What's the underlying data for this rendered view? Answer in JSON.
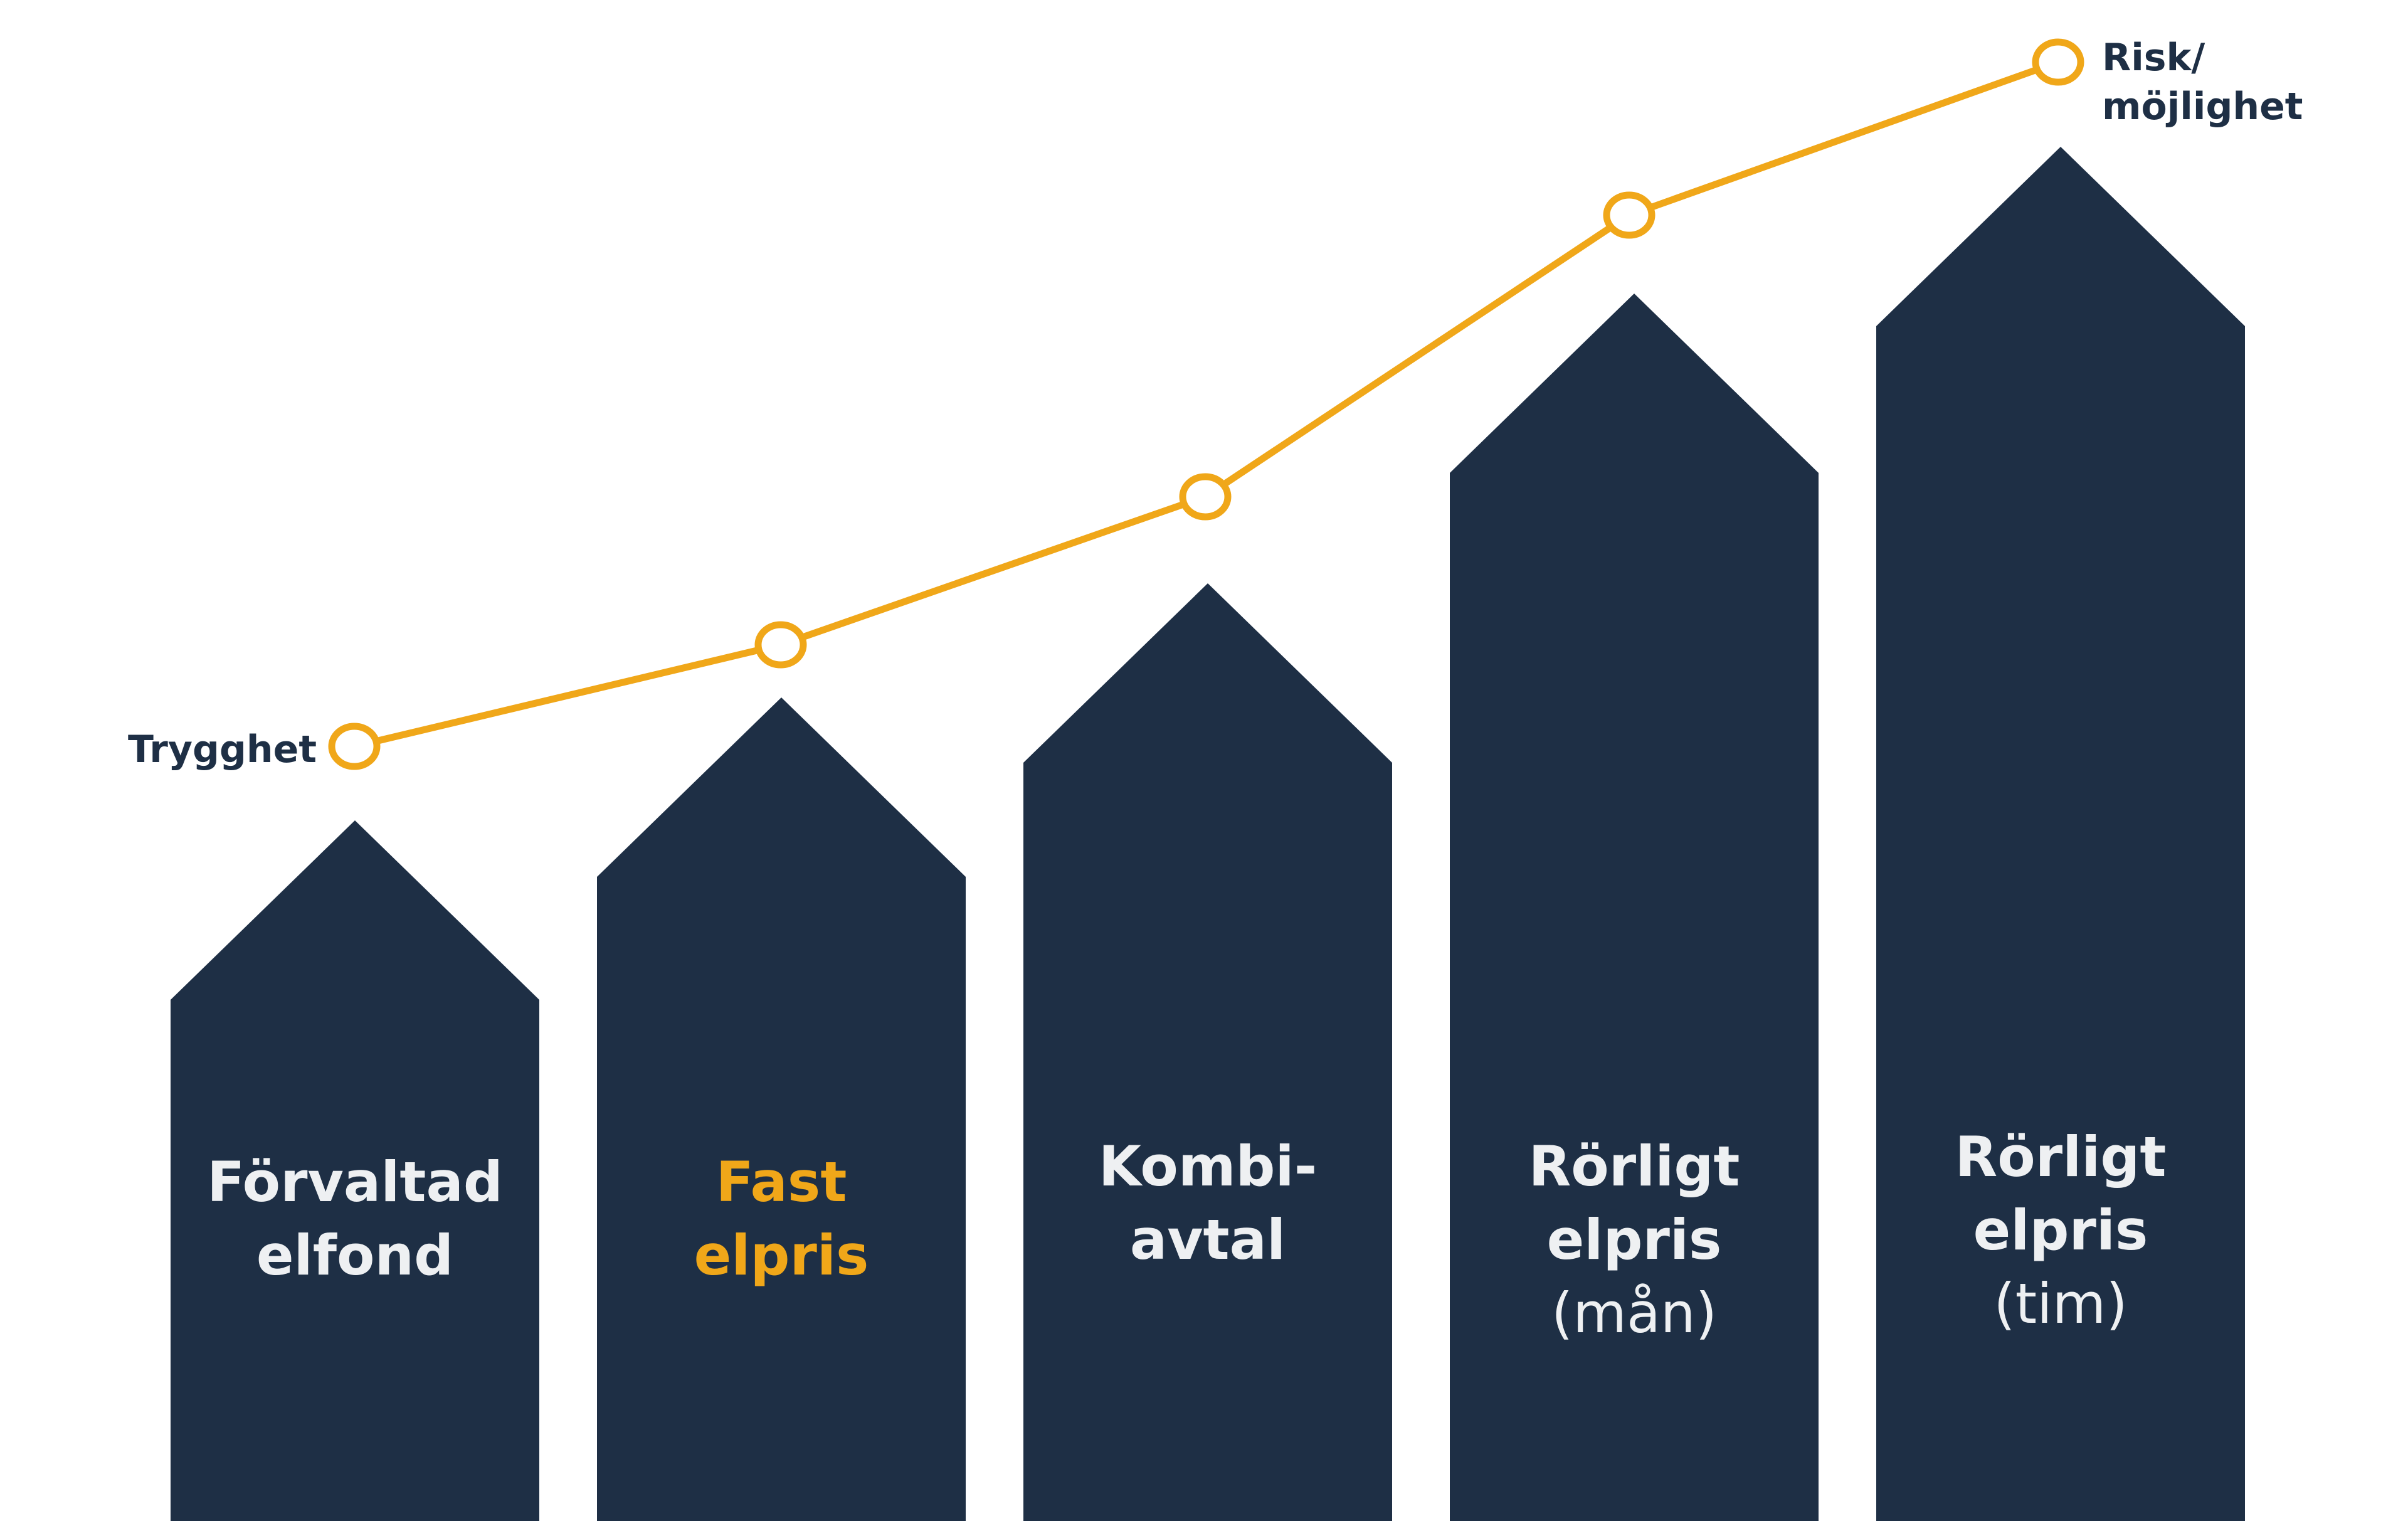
{
  "colors": {
    "arrow": "#1e2f45",
    "trend": "#f0a719",
    "label": "#eef0f2",
    "highlight": "#f0a719",
    "marker_fill": "#ffffff",
    "end_label": "#1e2f45"
  },
  "arrows": [
    {
      "lines": [
        "Förvaltad",
        "elfond"
      ],
      "highlight": false
    },
    {
      "lines": [
        "Fast",
        "elpris"
      ],
      "highlight": true
    },
    {
      "lines": [
        "Kombi-",
        "avtal"
      ],
      "highlight": false
    },
    {
      "lines": [
        "Rörligt",
        "elpris",
        "(mån)"
      ],
      "highlight": false
    },
    {
      "lines": [
        "Rörligt",
        "elpris",
        "(tim)"
      ],
      "highlight": false
    }
  ],
  "trend": {
    "start_label": "Trygghet",
    "end_label": [
      "Risk/",
      "möjlighet"
    ]
  }
}
